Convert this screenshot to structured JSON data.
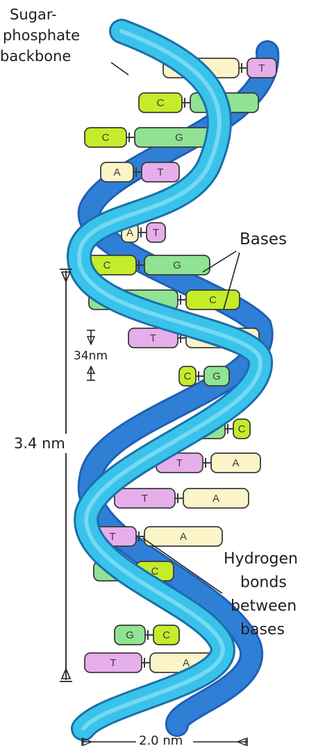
{
  "labels": {
    "backbone": [
      "Sugar-",
      "phosphate",
      "backbone"
    ],
    "bases": "Bases",
    "pitch": "3.4 nm",
    "rise": "34nm",
    "hbonds": [
      "Hydrogen",
      "bonds",
      "between",
      "bases"
    ],
    "width": "2.0 nm"
  },
  "colors": {
    "strand_front": "#39c3ea",
    "strand_back": "#2f7fd6",
    "base_A": "#fbf4c8",
    "base_T": "#e6aeea",
    "base_G": "#8fe393",
    "base_C": "#c4ec2a"
  },
  "base_pairs": [
    {
      "left": "A",
      "right": "T"
    },
    {
      "left": "C",
      "right": "G"
    },
    {
      "left": "C",
      "right": "G"
    },
    {
      "left": "A",
      "right": "T"
    },
    {
      "left": "A",
      "right": "T"
    },
    {
      "left": "C",
      "right": "G"
    },
    {
      "left": "G",
      "right": "C"
    },
    {
      "left": "T",
      "right": "A"
    },
    {
      "left": "C",
      "right": "G"
    },
    {
      "left": "G",
      "right": "C"
    },
    {
      "left": "T",
      "right": "A"
    },
    {
      "left": "T",
      "right": "A"
    },
    {
      "left": "T",
      "right": "A"
    },
    {
      "left": "G",
      "right": "C"
    },
    {
      "left": "G",
      "right": "C"
    },
    {
      "left": "T",
      "right": "A"
    }
  ]
}
